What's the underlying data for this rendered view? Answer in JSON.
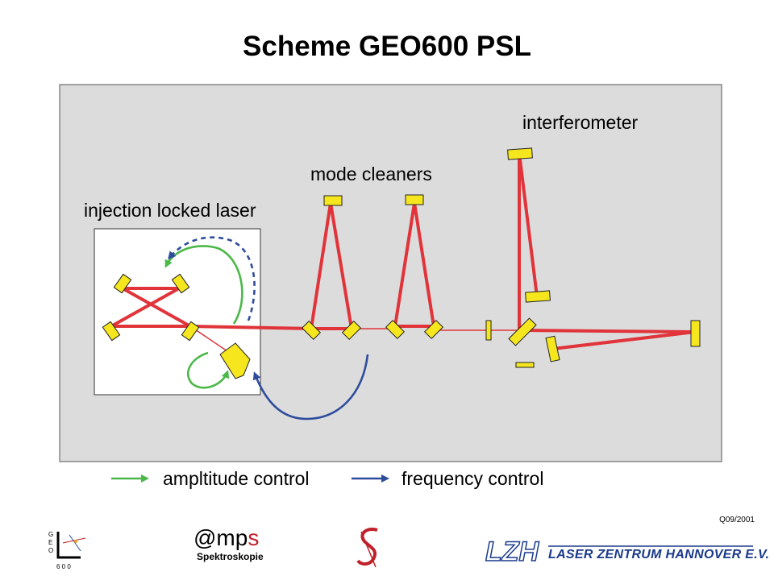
{
  "title": "Scheme GEO600 PSL",
  "labels": {
    "injection": "injection locked laser",
    "mode_cleaners": "mode cleaners",
    "interferometer": "interferometer"
  },
  "legend": {
    "amplitude": "ampltitude control",
    "frequency": "frequency control"
  },
  "version": "Q09/2001",
  "logos": {
    "geo_letters": [
      "G",
      "E",
      "O"
    ],
    "geo_digits": "6 0 0",
    "mps_prefix": "@mp",
    "mps_suffix": "s",
    "mps_sub": "Spektroskopie",
    "lzh_mark": "LZH",
    "lzh_text": "LASER ZENTRUM HANNOVER E.V."
  },
  "colors": {
    "panel": "#dcdcdc",
    "beam": "#e0343a",
    "optic": "#f5e61e",
    "amplitude": "#4cb848",
    "frequency": "#2e4c9c",
    "lzh": "#1a3a8c"
  }
}
